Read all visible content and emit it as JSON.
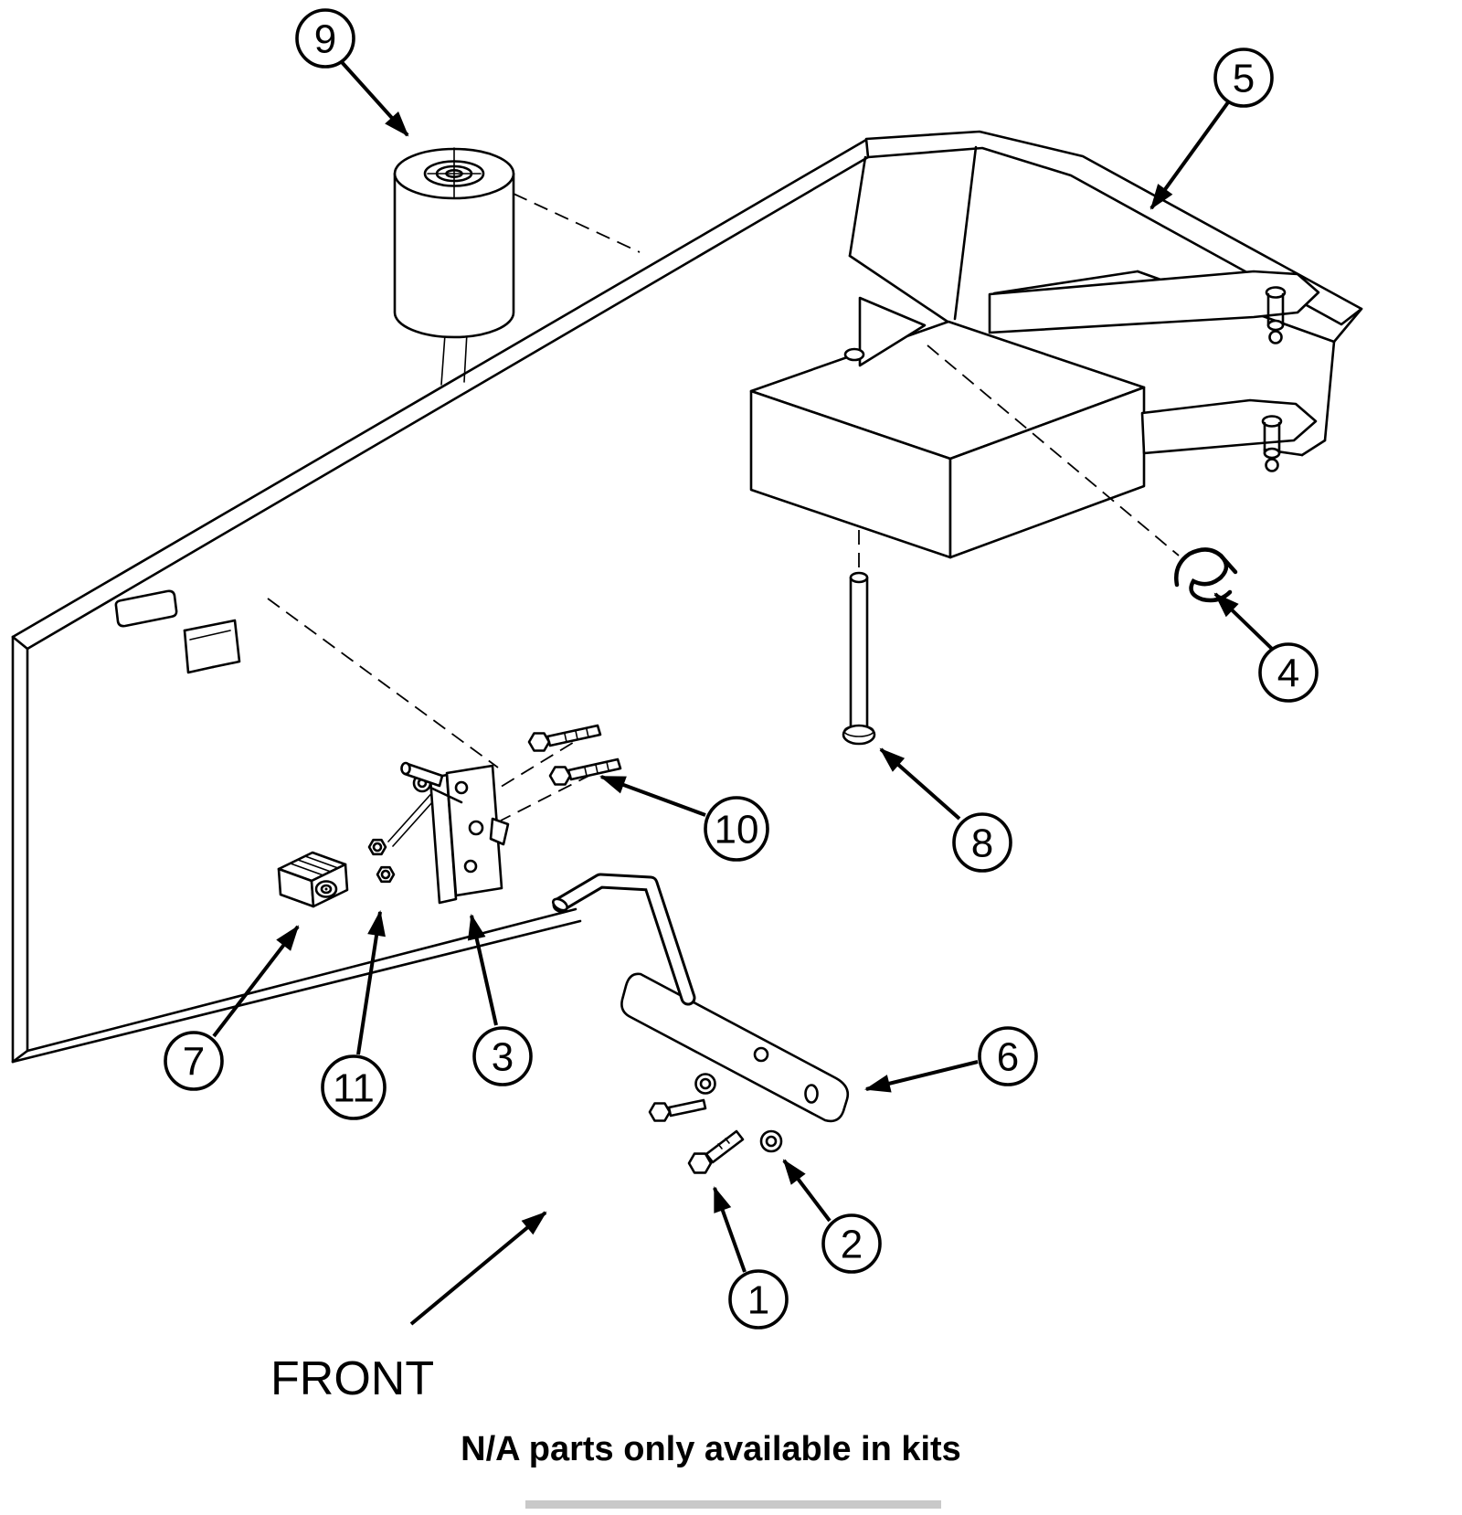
{
  "diagram": {
    "front_label": "FRONT",
    "footer_note": "N/A parts only available in kits",
    "callouts": [
      {
        "num": "1"
      },
      {
        "num": "2"
      },
      {
        "num": "3"
      },
      {
        "num": "4"
      },
      {
        "num": "5"
      },
      {
        "num": "6"
      },
      {
        "num": "7"
      },
      {
        "num": "8"
      },
      {
        "num": "9"
      },
      {
        "num": "10"
      },
      {
        "num": "11"
      }
    ]
  }
}
